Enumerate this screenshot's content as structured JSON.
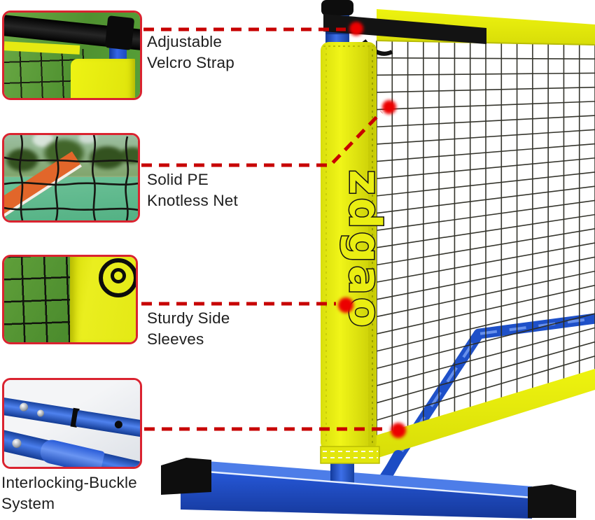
{
  "product": {
    "brand_text": "zdgao"
  },
  "callouts": [
    {
      "id": "velcro-strap",
      "label": "Adjustable\nVelcro Strap"
    },
    {
      "id": "knotless-net",
      "label": "Solid PE\nKnotless Net"
    },
    {
      "id": "side-sleeves",
      "label": "Sturdy Side\nSleeves"
    },
    {
      "id": "buckle-system",
      "label": "Interlocking-Buckle\nSystem"
    }
  ],
  "colors": {
    "accent_red_line": "#c70000",
    "inset_border_red": "#da2330",
    "dot_red": "#ec0404",
    "sleeve_yellow": "#e9ee10",
    "frame_blue": "#2154d6",
    "net_black": "#2b2b22",
    "label_text": "#1e1e1e"
  }
}
